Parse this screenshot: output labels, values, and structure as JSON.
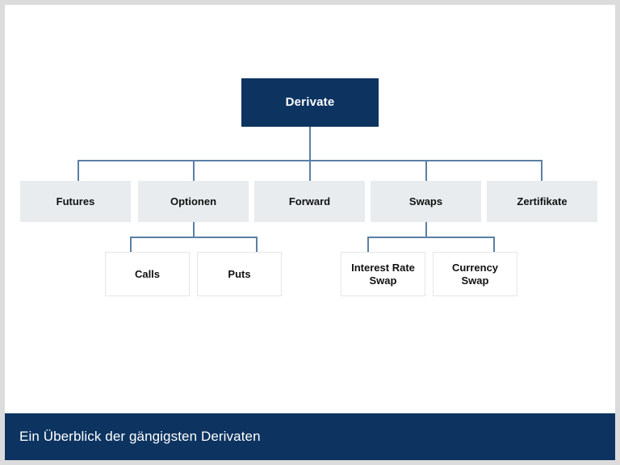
{
  "slide": {
    "caption": "Ein Überblick der gängigsten Derivaten",
    "colors": {
      "accent_navy": "#0d3461",
      "node_gray": "#e8ecee",
      "connector_blue": "#5b7fa6",
      "page_border": "#dcdcdc",
      "canvas": "#ffffff"
    }
  },
  "diagram": {
    "type": "hierarchy-tree",
    "root": {
      "label": "Derivate"
    },
    "level2": [
      {
        "label": "Futures"
      },
      {
        "label": "Optionen"
      },
      {
        "label": "Forward"
      },
      {
        "label": "Swaps"
      },
      {
        "label": "Zertifikate"
      }
    ],
    "level3": {
      "optionen": [
        {
          "label": "Calls"
        },
        {
          "label": "Puts"
        }
      ],
      "swaps": [
        {
          "label": "Interest Rate Swap"
        },
        {
          "label": "Currency Swap"
        }
      ]
    }
  }
}
